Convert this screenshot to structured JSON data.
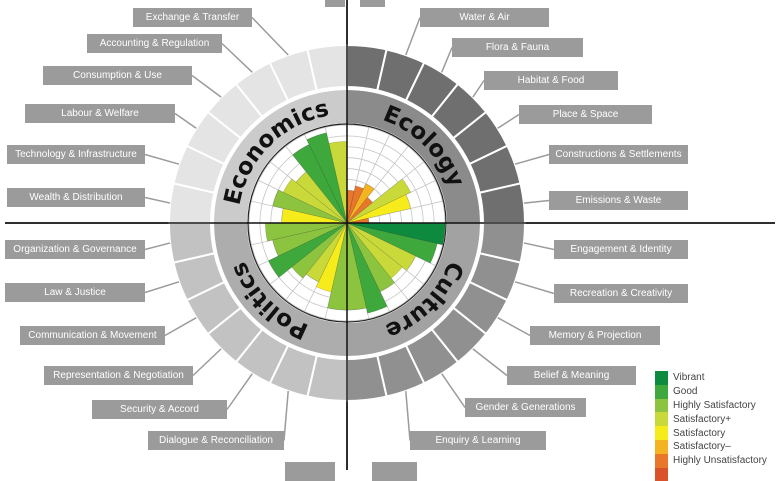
{
  "domains": [
    {
      "name": "Economics",
      "segments": [
        {
          "label": "",
          "value": 7.5,
          "level": "Satisfactory+"
        },
        {
          "label": "Exchange & Transfer",
          "value": 8.5,
          "level": "Good"
        },
        {
          "label": "Accounting & Regulation",
          "value": 8,
          "level": "Good"
        },
        {
          "label": "Consumption & Use",
          "value": 6,
          "level": "Satisfactory+"
        },
        {
          "label": "Labour & Welfare",
          "value": 6.5,
          "level": "Satisfactory+"
        },
        {
          "label": "Technology & Infrastructure",
          "value": 7,
          "level": "Highly Satisfactory"
        },
        {
          "label": "Wealth & Distribution",
          "value": 6,
          "level": "Satisfactory"
        }
      ]
    },
    {
      "name": "Ecology",
      "segments": [
        {
          "label": "",
          "value": 3,
          "level": "Highly Unsatisfactory"
        },
        {
          "label": "Water & Air",
          "value": 3.5,
          "level": "Highly Unsatisfactory"
        },
        {
          "label": "Flora & Fauna",
          "value": 4,
          "level": "Satisfactory–"
        },
        {
          "label": "Habitat & Food",
          "value": 3,
          "level": "Highly Unsatisfactory"
        },
        {
          "label": "Place & Space",
          "value": 6.5,
          "level": "Satisfactory+"
        },
        {
          "label": "Constructions & Settlements",
          "value": 6,
          "level": "Satisfactory"
        },
        {
          "label": "Emissions & Waste",
          "value": 2,
          "level": "Highly Unsatisfactory"
        }
      ]
    },
    {
      "name": "Culture",
      "segments": [
        {
          "label": "Engagement & Identity",
          "value": 9,
          "level": "Vibrant"
        },
        {
          "label": "Recreation & Creativity",
          "value": 8.5,
          "level": "Good"
        },
        {
          "label": "Memory & Projection",
          "value": 7,
          "level": "Satisfactory+"
        },
        {
          "label": "Belief & Meaning",
          "value": 6.5,
          "level": "Satisfactory+"
        },
        {
          "label": "Gender & Generations",
          "value": 7,
          "level": "Highly Satisfactory"
        },
        {
          "label": "Enquiry & Learning",
          "value": 8.5,
          "level": "Good"
        },
        {
          "label": "",
          "value": 8,
          "level": "Highly Satisfactory"
        }
      ]
    },
    {
      "name": "Politics",
      "segments": [
        {
          "label": "Organization & Governance",
          "value": 7.5,
          "level": "Highly Satisfactory"
        },
        {
          "label": "Law & Justice",
          "value": 7,
          "level": "Highly Satisfactory"
        },
        {
          "label": "Communication & Movement",
          "value": 8,
          "level": "Good"
        },
        {
          "label": "Representation & Negotiation",
          "value": 6.5,
          "level": "Highly Satisfactory"
        },
        {
          "label": "Security & Accord",
          "value": 6,
          "level": "Satisfactory+"
        },
        {
          "label": "Dialogue & Reconciliation",
          "value": 6.5,
          "level": "Satisfactory"
        },
        {
          "label": "",
          "value": 8,
          "level": "Highly Satisfactory"
        }
      ]
    }
  ],
  "scale_max": 9,
  "legend": [
    {
      "label": "Vibrant",
      "color": "#0e8a3e"
    },
    {
      "label": "Good",
      "color": "#3fa83c"
    },
    {
      "label": "Highly Satisfactory",
      "color": "#8cc43f"
    },
    {
      "label": "Satisfactory+",
      "color": "#c9d93a"
    },
    {
      "label": "Satisfactory",
      "color": "#f6ec1c"
    },
    {
      "label": "Satisfactory–",
      "color": "#f4b321"
    },
    {
      "label": "Highly Unsatisfactory",
      "color": "#e8762b"
    },
    {
      "label": "",
      "color": "#d9522a"
    }
  ]
}
